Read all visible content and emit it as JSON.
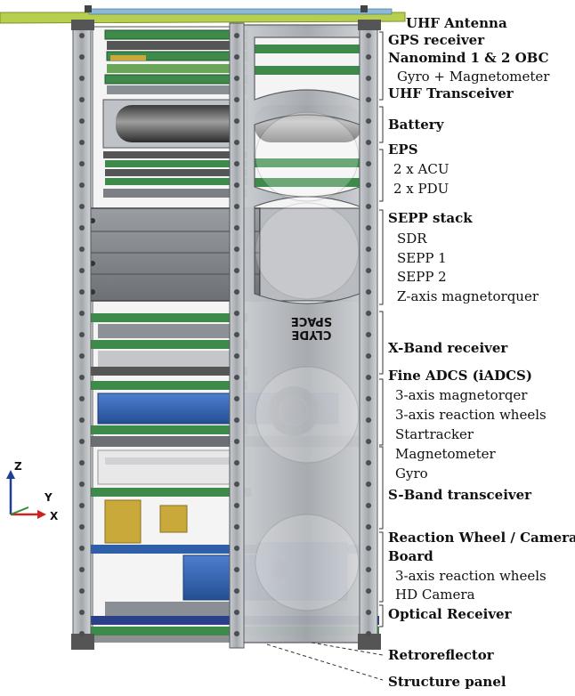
{
  "labels": {
    "uhf_antenna": "UHF Antenna",
    "gps_receiver": "GPS receiver",
    "nanomind": "Nanomind 1 & 2 OBC",
    "gyro_magnetometer": "Gyro + Magnetometer",
    "uhf_transceiver": "UHF Transceiver",
    "battery": "Battery",
    "eps": "EPS",
    "acu": "2 x ACU",
    "pdu": "2 x PDU",
    "sepp_stack": "SEPP stack",
    "sdr": "SDR",
    "sepp1": "SEPP 1",
    "sepp2": "SEPP 2",
    "z_magnetorquer": "Z-axis magnetorquer",
    "xband": "X-Band receiver",
    "fine_adcs": "Fine ADCS (iADCS)",
    "magnetorqer3": "3-axis magnetorqer",
    "reaction_wheels3": "3-axis reaction wheels",
    "startracker": "Startracker",
    "magnetometer": "Magnetometer",
    "gyro": "Gyro",
    "sband": "S-Band transceiver",
    "rw_camera_board_1": "Reaction Wheel / Camera",
    "rw_camera_board_2": "Board",
    "rw3": "3-axis reaction wheels",
    "hd_camera": "HD Camera",
    "optical_receiver": "Optical Receiver",
    "retroreflector": "Retroreflector",
    "structure_panel": "Structure panel"
  },
  "axes": {
    "z": "Z",
    "y": "Y",
    "x": "X"
  },
  "logo_text": "CLYDE SPACE",
  "colors": {
    "frame": "#9a9ea3",
    "frame_dark": "#5c6066",
    "pcb_green": "#3d8a4a",
    "sepp_gray": "#7d8187",
    "adcs_blue": "#2f5fa8",
    "camera_blue": "#3b73c4",
    "antenna": "#b6cf4e",
    "axis_blue": "#1f3d99",
    "axis_green": "#2e8b3a",
    "axis_red": "#cc2222"
  }
}
